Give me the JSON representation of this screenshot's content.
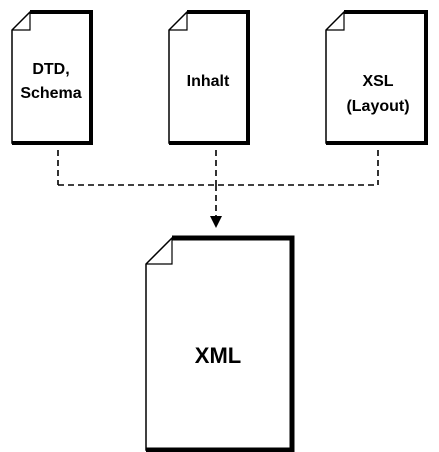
{
  "colors": {
    "stroke": "#000000",
    "background": "#ffffff"
  },
  "documents": [
    {
      "id": "schema",
      "label_lines": [
        "DTD,",
        "Schema"
      ]
    },
    {
      "id": "content",
      "label_lines": [
        "Inhalt"
      ]
    },
    {
      "id": "layout",
      "label_lines": [
        "XSL",
        "(Layout)"
      ]
    },
    {
      "id": "xml",
      "label_lines": [
        "XML"
      ]
    }
  ],
  "connectors": {
    "style": "dashed",
    "from": [
      "schema",
      "content",
      "layout"
    ],
    "to": "xml",
    "arrowhead": "triangle"
  }
}
